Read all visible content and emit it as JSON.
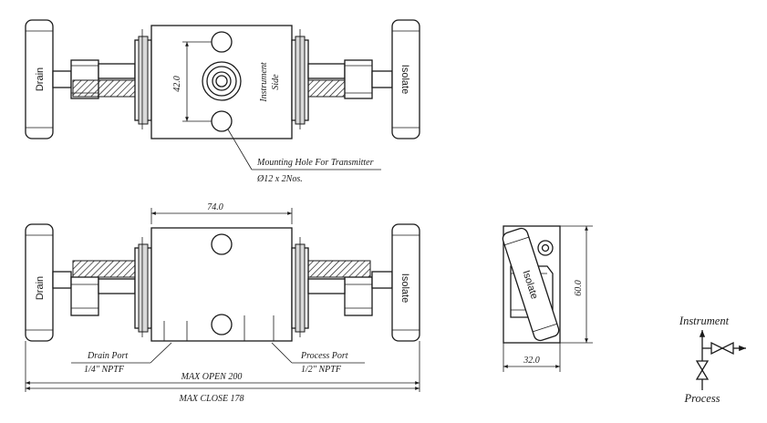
{
  "handles": {
    "drain": "Drain",
    "isolate": "Isolate"
  },
  "top_view": {
    "instrument_side": [
      "Instrument",
      "Side"
    ],
    "hole_spacing": "42.0",
    "mounting_hole_label": "Mounting Hole For Transmitter",
    "mounting_hole_size": "Ø12 x 2Nos."
  },
  "front_view": {
    "body_width": "74.0",
    "drain_port_label": "Drain Port",
    "drain_port_size": "1/4\" NPTF",
    "process_port_label": "Process Port",
    "process_port_size": "1/2\" NPTF",
    "max_open": "MAX OPEN 200",
    "max_close": "MAX CLOSE 178"
  },
  "side_view": {
    "handle_label": "Isolate",
    "height": "60.0",
    "width": "32.0"
  },
  "symbol": {
    "top_label": "Instrument",
    "bottom_label": "Process"
  }
}
